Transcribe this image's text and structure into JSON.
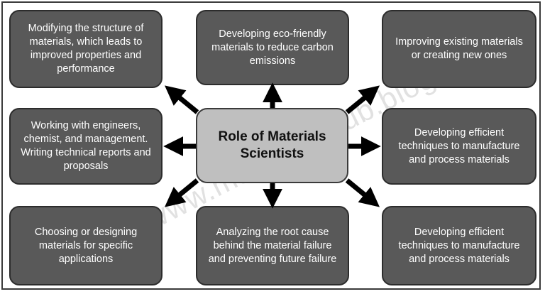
{
  "diagram": {
    "center_title": "Role of Materials Scientists",
    "boxes": {
      "top_left": "Modifying the structure of materials, which leads to improved properties and performance",
      "top_center": "Developing eco-friendly materials to reduce carbon emissions",
      "top_right": "Improving existing materials or creating new ones",
      "middle_left": "Working with engineers, chemist, and management. Writing technical reports and proposals",
      "middle_right": "Developing efficient techniques to manufacture and process materials",
      "bottom_left": "Choosing or designing materials for specific applications",
      "bottom_center": "Analyzing the root cause behind the material failure and preventing future failure",
      "bottom_right": "Developing efficient techniques to manufacture and process materials"
    },
    "watermark": "@www.materialshub.blog"
  },
  "colors": {
    "box_fill": "#595959",
    "center_fill": "#bfbfbf",
    "arrow": "#000000"
  }
}
